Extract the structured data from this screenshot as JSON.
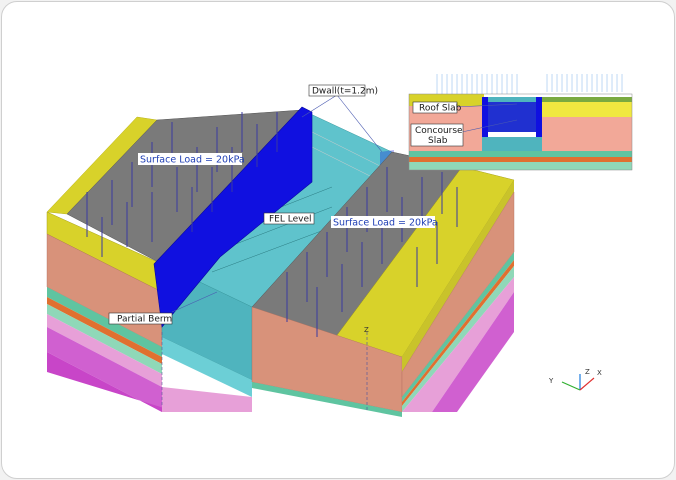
{
  "labels": {
    "dwall": "Dwall(t=1.2m)",
    "surface_load_left": "Surface Load = 20kPa",
    "surface_load_right": "Surface Load = 20kPa",
    "fel_level": "FEL Level",
    "partial_berm": "Partial Berm",
    "roof_slab": "Roof Slab",
    "concourse_slab_line1": "Concourse",
    "concourse_slab_line2": "Slab"
  },
  "axes": {
    "model_z": "Z",
    "triad_y": "Y",
    "triad_z": "Z",
    "triad_x": "X"
  },
  "colors": {
    "top_soil": "#d8d22a",
    "clay": "#d8927a",
    "sand_green": "#5fc4a0",
    "orange_band": "#e07030",
    "magenta": "#c845c8",
    "pink": "#e7a0d8",
    "dwall": "#1010e0",
    "excavation": "#5fc3cc",
    "slab_top": "#777777",
    "load_arrow": "#3a3aa0"
  }
}
